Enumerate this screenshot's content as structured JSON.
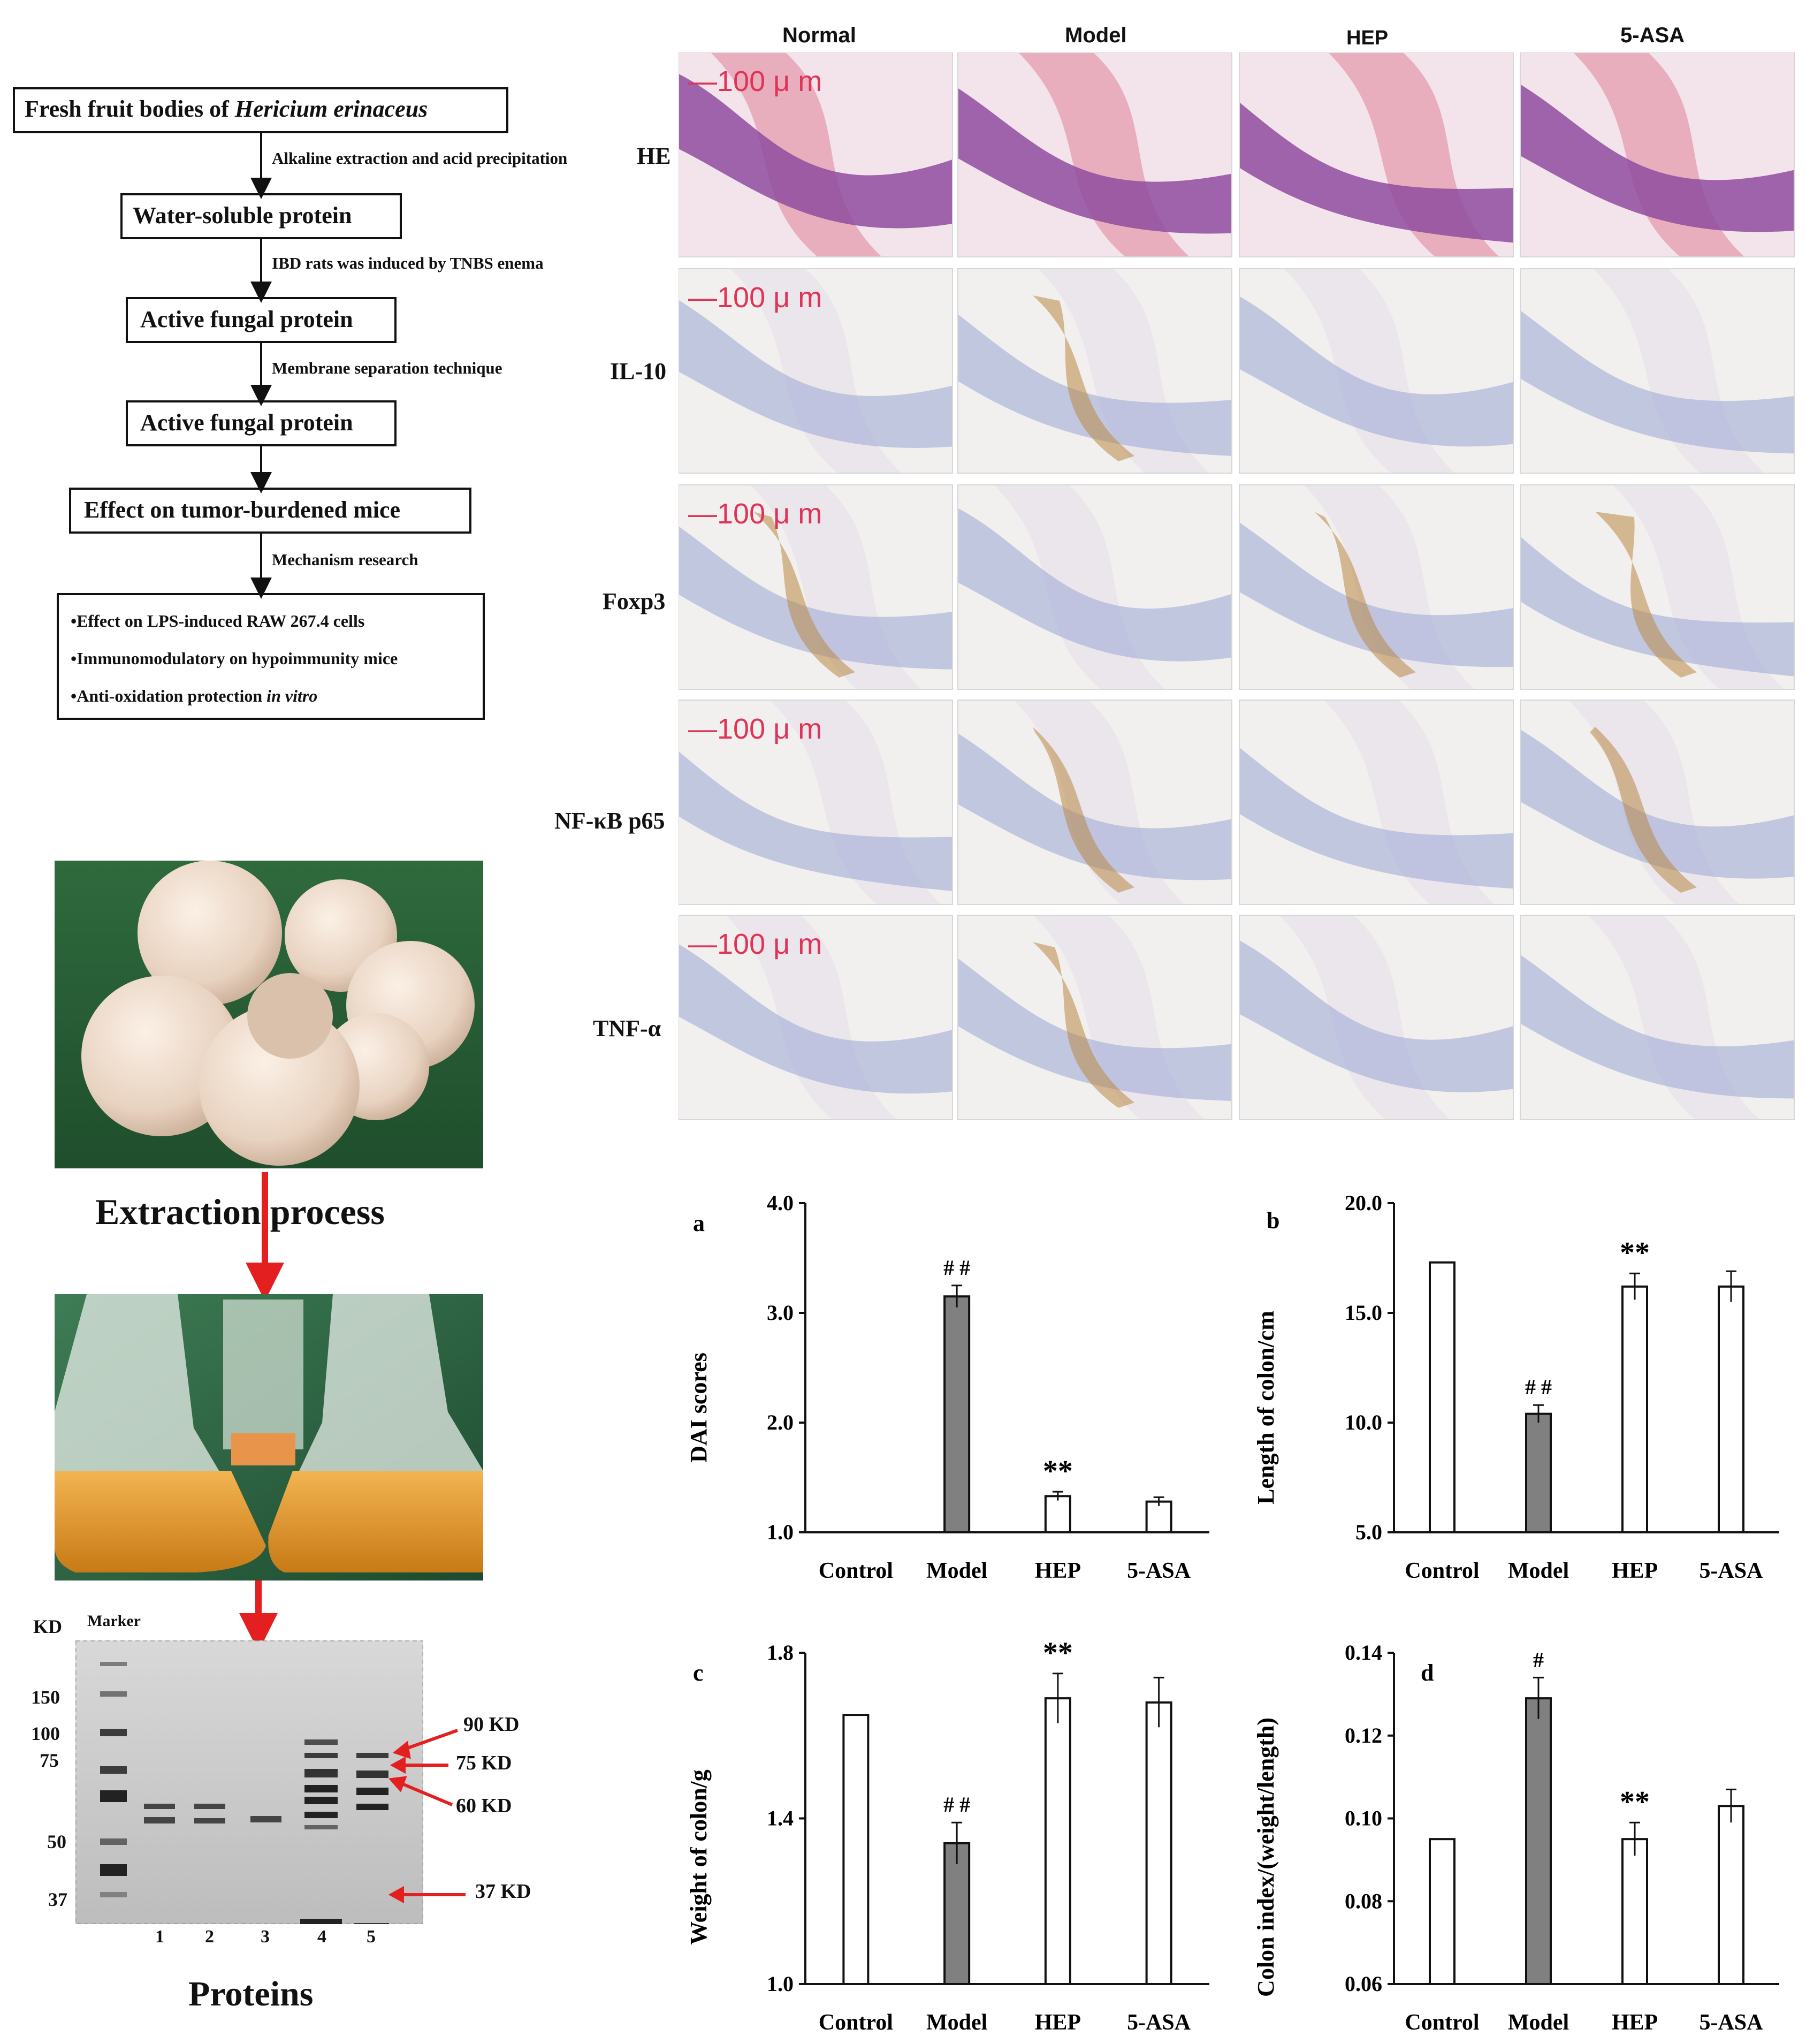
{
  "flowchart": {
    "boxes": [
      "Fresh fruit bodies of",
      "Water-soluble protein",
      "Active fungal protein",
      "Active fungal protein",
      "Effect on tumor-burdened mice"
    ],
    "box1_italic": "Hericium erinaceus",
    "steps": [
      "Alkaline extraction and acid precipitation",
      "IBD rats was induced by TNBS enema",
      "Membrane separation technique",
      "Mechanism research"
    ],
    "final_items": [
      "•Effect on LPS-induced RAW 267.4 cells",
      "•Immunomodulatory on hypoimmunity mice",
      "•Anti-oxidation protection "
    ],
    "final_item3_italic": "in vitro"
  },
  "process": {
    "extraction_label": "Extraction process",
    "proteins_label": "Proteins"
  },
  "gel": {
    "kd_label": "KD",
    "marker_label": "Marker",
    "ladder": [
      "150",
      "100",
      "75",
      "50",
      "37"
    ],
    "lanes": [
      "1",
      "2",
      "3",
      "4",
      "5"
    ],
    "bands": [
      "90 KD",
      "75 KD",
      "60 KD",
      "37 KD"
    ]
  },
  "histology": {
    "columns": [
      "Normal",
      "Model",
      "HEP",
      "5-ASA"
    ],
    "rows": [
      "HE",
      "IL-10",
      "Foxp3",
      "NF-κB p65",
      "TNF-α"
    ],
    "scale_bar": "100 μ m"
  },
  "chart_data": [
    {
      "type": "bar",
      "panel": "a",
      "categories": [
        "Control",
        "Model",
        "HEP",
        "5-ASA"
      ],
      "values": [
        1.0,
        3.15,
        1.33,
        1.28
      ],
      "errors": [
        0,
        0.1,
        0.04,
        0.04
      ],
      "annotations": [
        "",
        "# #",
        "**",
        ""
      ],
      "ylabel": "DAI scores",
      "ylim": [
        1.0,
        4.0
      ],
      "yticks": [
        "1.0",
        "2.0",
        "3.0",
        "4.0"
      ],
      "bar_fill": [
        "#ffffff",
        "#808080",
        "#ffffff",
        "#ffffff"
      ]
    },
    {
      "type": "bar",
      "panel": "b",
      "categories": [
        "Control",
        "Model",
        "HEP",
        "5-ASA"
      ],
      "values": [
        17.3,
        10.4,
        16.2,
        16.2
      ],
      "errors": [
        0,
        0.4,
        0.6,
        0.7
      ],
      "annotations": [
        "",
        "# #",
        "**",
        ""
      ],
      "ylabel": "Length of colon/cm",
      "ylim": [
        5.0,
        20.0
      ],
      "yticks": [
        "5.0",
        "10.0",
        "15.0",
        "20.0"
      ],
      "bar_fill": [
        "#ffffff",
        "#808080",
        "#ffffff",
        "#ffffff"
      ]
    },
    {
      "type": "bar",
      "panel": "c",
      "categories": [
        "Control",
        "Model",
        "HEP",
        "5-ASA"
      ],
      "values": [
        1.65,
        1.34,
        1.69,
        1.68
      ],
      "errors": [
        0,
        0.05,
        0.06,
        0.06
      ],
      "annotations": [
        "",
        "# #",
        "**",
        ""
      ],
      "ylabel": "Weight of colon/g",
      "ylim": [
        1.0,
        1.8
      ],
      "yticks": [
        "1.0",
        "1.4",
        "1.8"
      ],
      "bar_fill": [
        "#ffffff",
        "#808080",
        "#ffffff",
        "#ffffff"
      ]
    },
    {
      "type": "bar",
      "panel": "d",
      "categories": [
        "Control",
        "Model",
        "HEP",
        "5-ASA"
      ],
      "values": [
        0.095,
        0.129,
        0.095,
        0.103
      ],
      "errors": [
        0,
        0.005,
        0.004,
        0.004
      ],
      "annotations": [
        "",
        "#",
        "**",
        ""
      ],
      "ylabel": "Colon index/(weight/length)",
      "ylim": [
        0.06,
        0.14
      ],
      "yticks": [
        "0.06",
        "0.08",
        "0.10",
        "0.12",
        "0.14"
      ],
      "bar_fill": [
        "#ffffff",
        "#808080",
        "#ffffff",
        "#ffffff"
      ]
    }
  ],
  "colors": {
    "arrow_red": "#e41f1f",
    "scale_red": "#e03358",
    "bar_gray": "#808080",
    "he_pink": "#e8a7b8",
    "he_purple": "#8e4c9f",
    "ihc_blue": "#9aa6d6",
    "dab_brown": "#b88845"
  }
}
